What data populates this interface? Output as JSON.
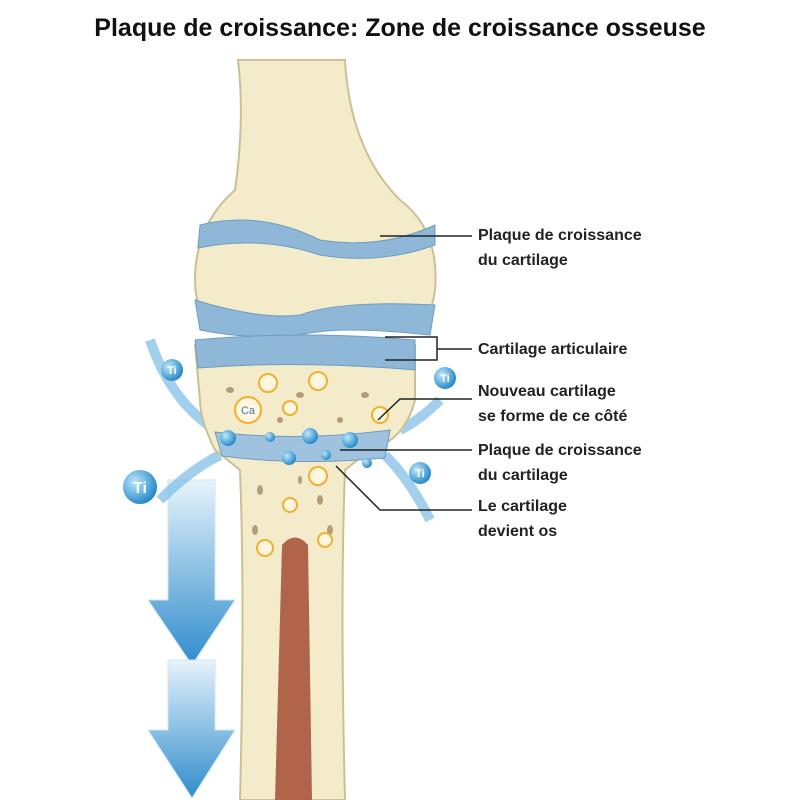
{
  "title": "Plaque de croissance: Zone de croissance osseuse",
  "labels": [
    {
      "line1": "Plaque de croissance",
      "line2": "du cartilage"
    },
    {
      "line1": "Cartilage articulaire"
    },
    {
      "line1": "Nouveau cartilage",
      "line2": "se forme de ce côté"
    },
    {
      "line1": "Plaque de croissance",
      "line2": "du cartilage"
    },
    {
      "line1": "Le cartilage",
      "line2": "devient os"
    }
  ],
  "particles": {
    "titanium": "Ti",
    "calcium": "Ca"
  },
  "colors": {
    "bone": "#f2e8c4",
    "cartilage": "#8fb8d8",
    "marrow": "#b0644a",
    "arrow": "#3d95d2"
  }
}
